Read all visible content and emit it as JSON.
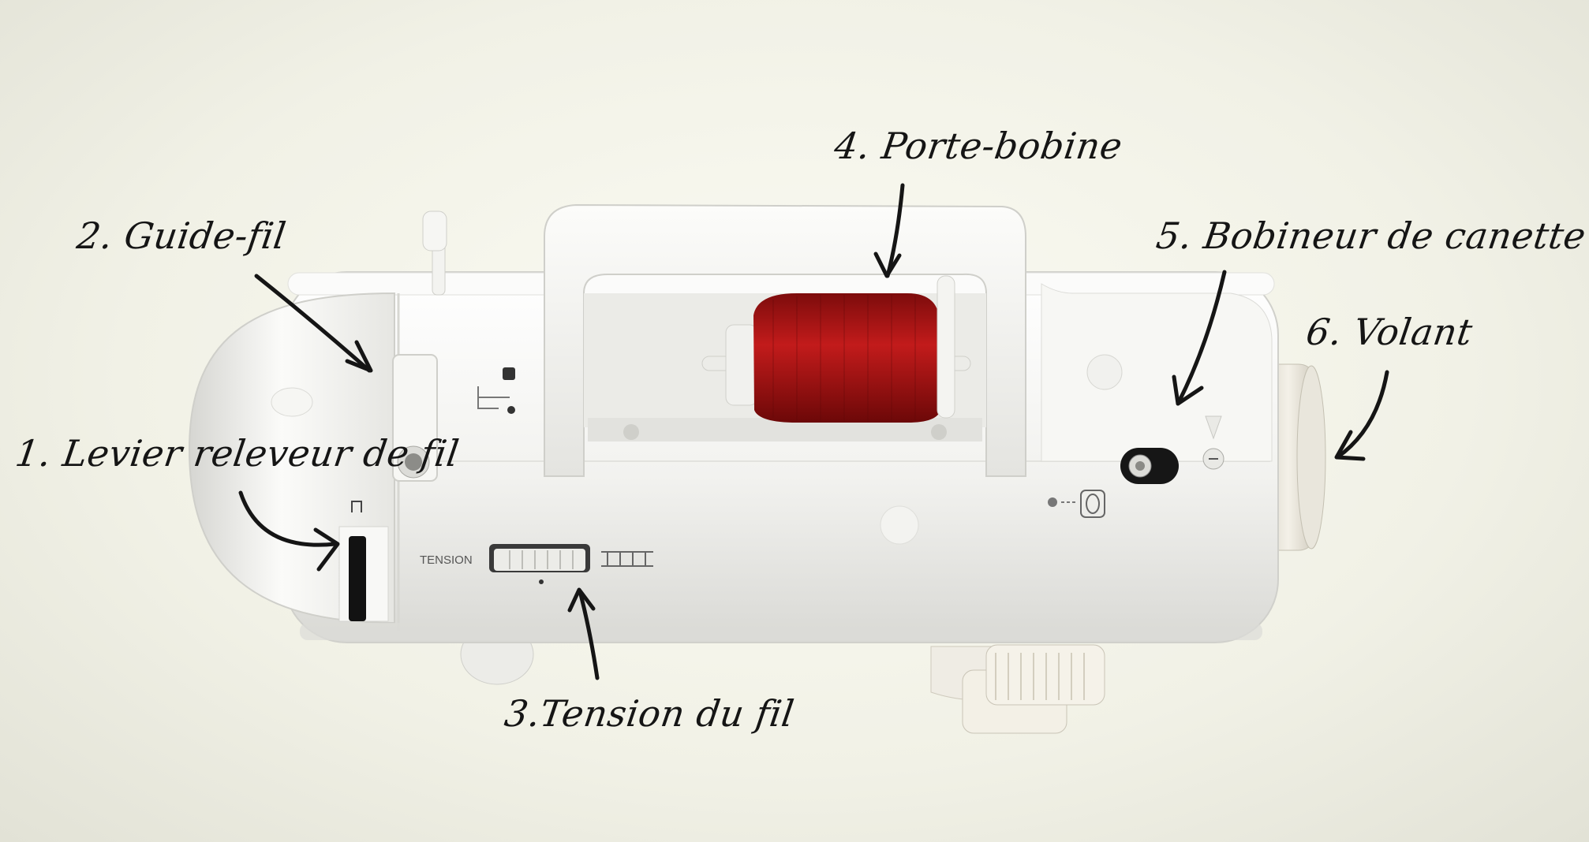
{
  "labels": {
    "lever": "1. Levier releveur de fil",
    "guide": "2. Guide-fil",
    "tension": "3.Tension du fil",
    "spool": "4. Porte-bobine",
    "winder": "5. Bobineur de canette",
    "wheel": "6. Volant"
  },
  "machine": {
    "tension_marking": "TENSION"
  },
  "colors": {
    "machine_body": "#f4f4f1",
    "thread_spool": "#a51414",
    "ink": "#151515"
  }
}
